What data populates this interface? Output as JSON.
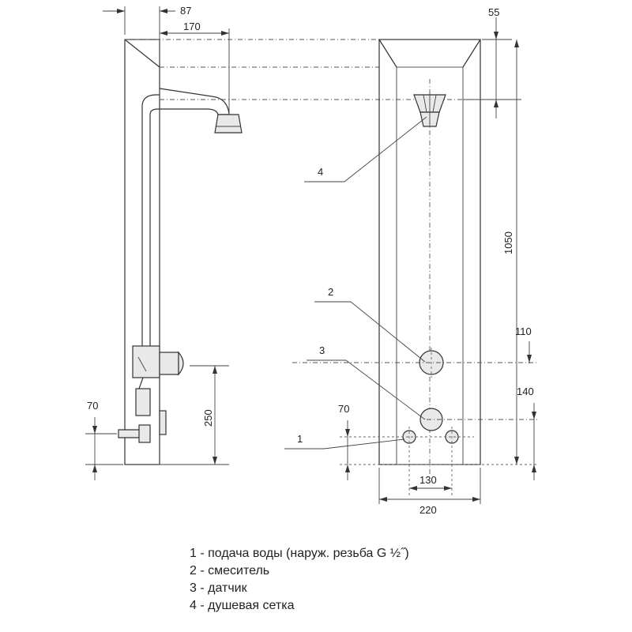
{
  "dimensions": {
    "d87": "87",
    "d170": "170",
    "d55": "55",
    "d1050": "1050",
    "d110": "110",
    "d140": "140",
    "d250": "250",
    "d70_left": "70",
    "d70_right": "70",
    "d130": "130",
    "d220": "220"
  },
  "callouts": {
    "c1": "1",
    "c2": "2",
    "c3": "3",
    "c4": "4"
  },
  "legend": [
    "1 - подача воды (наруж. резьба G ½˝)",
    "2 - смеситель",
    "3 - датчик",
    "4 - душевая сетка"
  ]
}
